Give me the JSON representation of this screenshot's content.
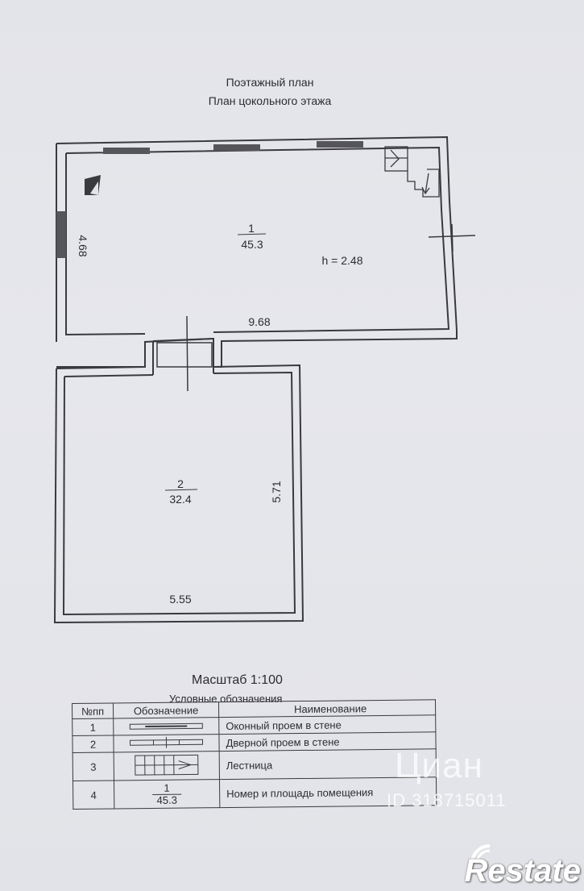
{
  "header": {
    "title": "Поэтажный план",
    "subtitle": "План цокольного этажа"
  },
  "rooms": [
    {
      "number": "1",
      "area": "45.3"
    },
    {
      "number": "2",
      "area": "32.4"
    }
  ],
  "dimensions": {
    "room1_height": "4.68",
    "room1_width": "9.68",
    "ceiling": "h = 2.48",
    "room2_height": "5.71",
    "room2_width": "5.55"
  },
  "scale": "Масштаб 1:100",
  "legend": {
    "title": "Условные обозначения",
    "headers": [
      "№пп",
      "Обозначение",
      "Наименование"
    ],
    "rows": [
      {
        "num": "1",
        "symbol": "window-symbol",
        "name": "Оконный проем в стене"
      },
      {
        "num": "2",
        "symbol": "door-symbol",
        "name": "Дверной проем в стене"
      },
      {
        "num": "3",
        "symbol": "stairs-symbol",
        "name": "Лестница"
      },
      {
        "num": "4",
        "symbol_number": "1",
        "symbol_area": "45.3",
        "name": "Номер и площадь помещения"
      }
    ]
  },
  "watermark": {
    "brand": "Циан",
    "id": "ID 318715011"
  },
  "logo": "Restate"
}
